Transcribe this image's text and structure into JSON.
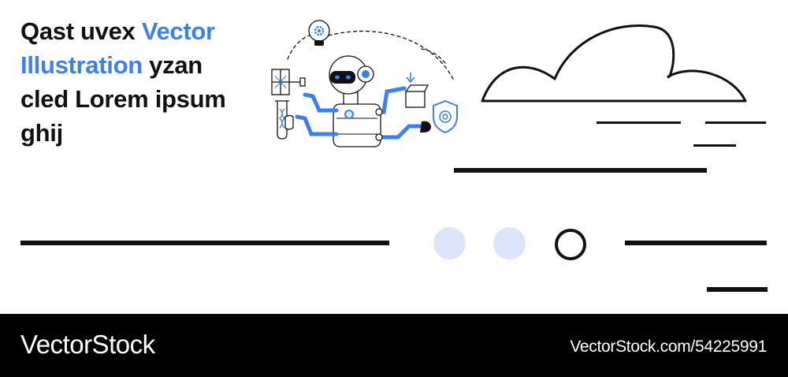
{
  "headline": {
    "part1": "Qast uvex ",
    "accent": "Vector Illustration",
    "part2": " yzan cled Lorem ipsum ghij"
  },
  "illustration": {
    "subject": "robot-with-arms-holding-science-and-security-icons",
    "icons": [
      "lightbulb-gear-icon",
      "solar-panel-icon",
      "test-tube-dna-icon",
      "box-download-icon",
      "shield-fingerprint-icon"
    ]
  },
  "footer": {
    "brand": "VectorStock",
    "url": "VectorStock.com/54225991"
  },
  "colors": {
    "accent": "#3d7ef1",
    "light_accent": "#dbe6fa",
    "ink": "#111111",
    "footer_bg": "#000000"
  }
}
